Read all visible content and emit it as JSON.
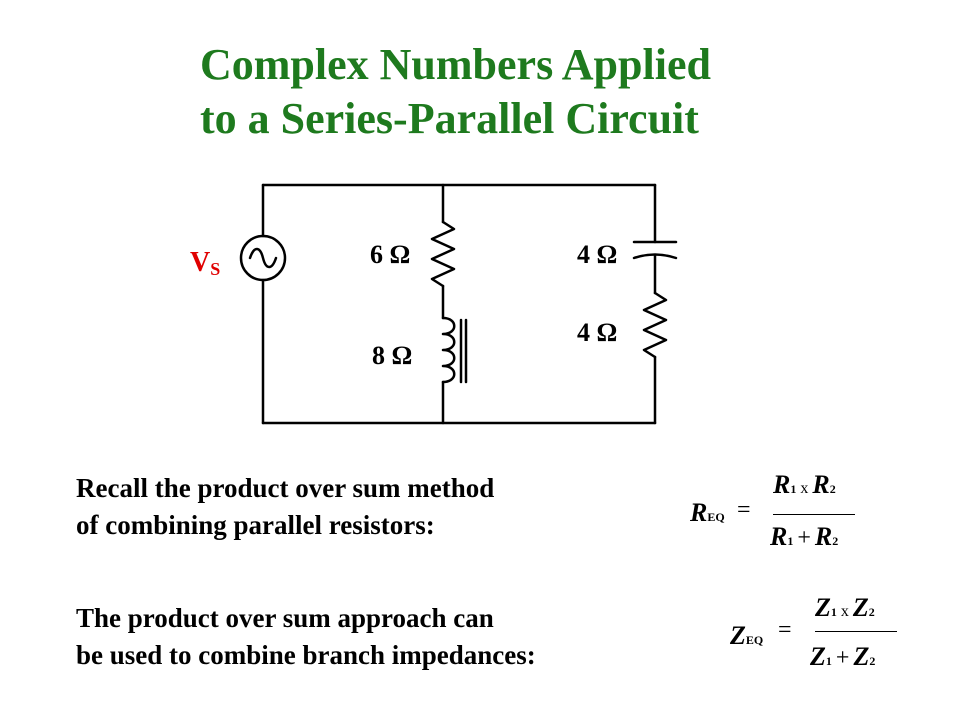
{
  "title": {
    "line1": "Complex Numbers Applied",
    "line2": "to a Series-Parallel Circuit"
  },
  "circuit": {
    "source_label": "V",
    "source_subscript": "S",
    "labels": {
      "r6": "6 Ω",
      "l8": "8 Ω",
      "c4": "4 Ω",
      "r4": "4 Ω"
    },
    "wire_color": "#000000",
    "source_color": "#e00000"
  },
  "recall": {
    "line1": "Recall the product over sum method",
    "line2": "of combining parallel resistors:"
  },
  "approach": {
    "line1": "The product over sum approach can",
    "line2": "be used to combine branch impedances:"
  },
  "eq1": {
    "lhs": "R",
    "lhs_sub": "EQ",
    "equals": "=",
    "num_a": "R",
    "num_a_sub": "1",
    "times": "x",
    "num_b": "R",
    "num_b_sub": "2",
    "den_a": "R",
    "den_a_sub": "1",
    "plus": "+",
    "den_b": "R",
    "den_b_sub": "2"
  },
  "eq2": {
    "lhs": "Z",
    "lhs_sub": "EQ",
    "equals": "=",
    "num_a": "Z",
    "num_a_sub": "1",
    "times": "x",
    "num_b": "Z",
    "num_b_sub": "2",
    "den_a": "Z",
    "den_a_sub": "1",
    "plus": "+",
    "den_b": "Z",
    "den_b_sub": "2"
  }
}
